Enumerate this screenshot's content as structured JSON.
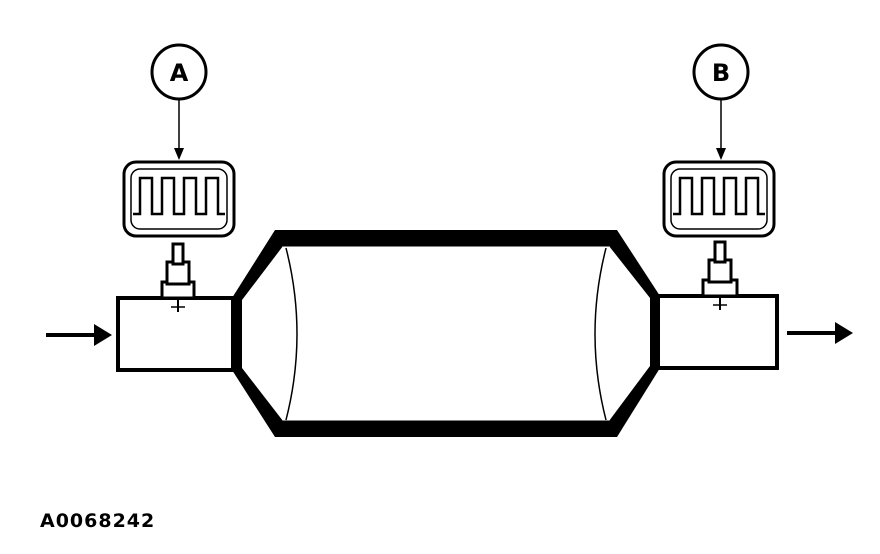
{
  "callouts": {
    "upstream_label": "A",
    "downstream_label": "B"
  },
  "figure_code": "A0068242",
  "colors": {
    "ink": "#000000",
    "paper": "#ffffff"
  }
}
